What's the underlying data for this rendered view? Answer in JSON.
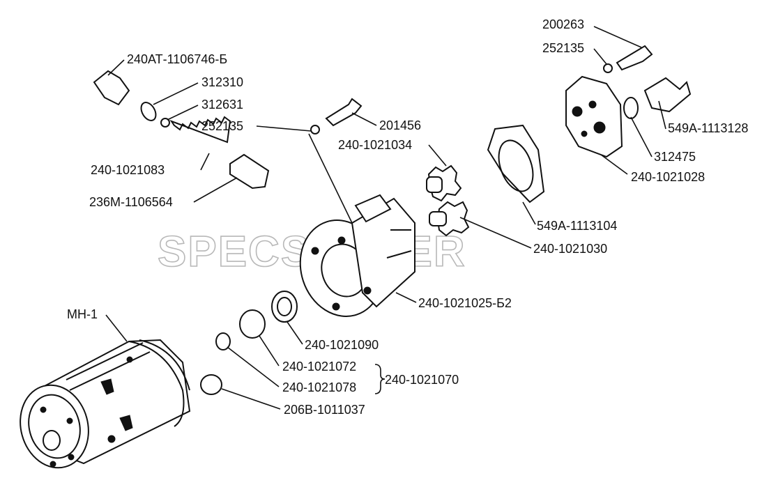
{
  "watermark": "SPECSERVER",
  "callouts": [
    {
      "id": "c1",
      "text": "200263"
    },
    {
      "id": "c2",
      "text": "252135"
    },
    {
      "id": "c3",
      "text": "240АТ-1106746-Б"
    },
    {
      "id": "c4",
      "text": "312310"
    },
    {
      "id": "c5",
      "text": "312631"
    },
    {
      "id": "c6",
      "text": "252135"
    },
    {
      "id": "c7",
      "text": "201456"
    },
    {
      "id": "c8",
      "text": "240-1021034"
    },
    {
      "id": "c9",
      "text": "549А-1113128"
    },
    {
      "id": "c10",
      "text": "312475"
    },
    {
      "id": "c11",
      "text": "240-1021083"
    },
    {
      "id": "c12",
      "text": "240-1021028"
    },
    {
      "id": "c13",
      "text": "236М-1106564"
    },
    {
      "id": "c14",
      "text": "549А-1113104"
    },
    {
      "id": "c15",
      "text": "240-1021030"
    },
    {
      "id": "c16",
      "text": "240-1021025-Б2"
    },
    {
      "id": "c17",
      "text": "МН-1"
    },
    {
      "id": "c18",
      "text": "240-1021090"
    },
    {
      "id": "c19",
      "text": "240-1021072"
    },
    {
      "id": "c20",
      "text": "240-1021070"
    },
    {
      "id": "c21",
      "text": "240-1021078"
    },
    {
      "id": "c22",
      "text": "206В-1011037"
    }
  ]
}
